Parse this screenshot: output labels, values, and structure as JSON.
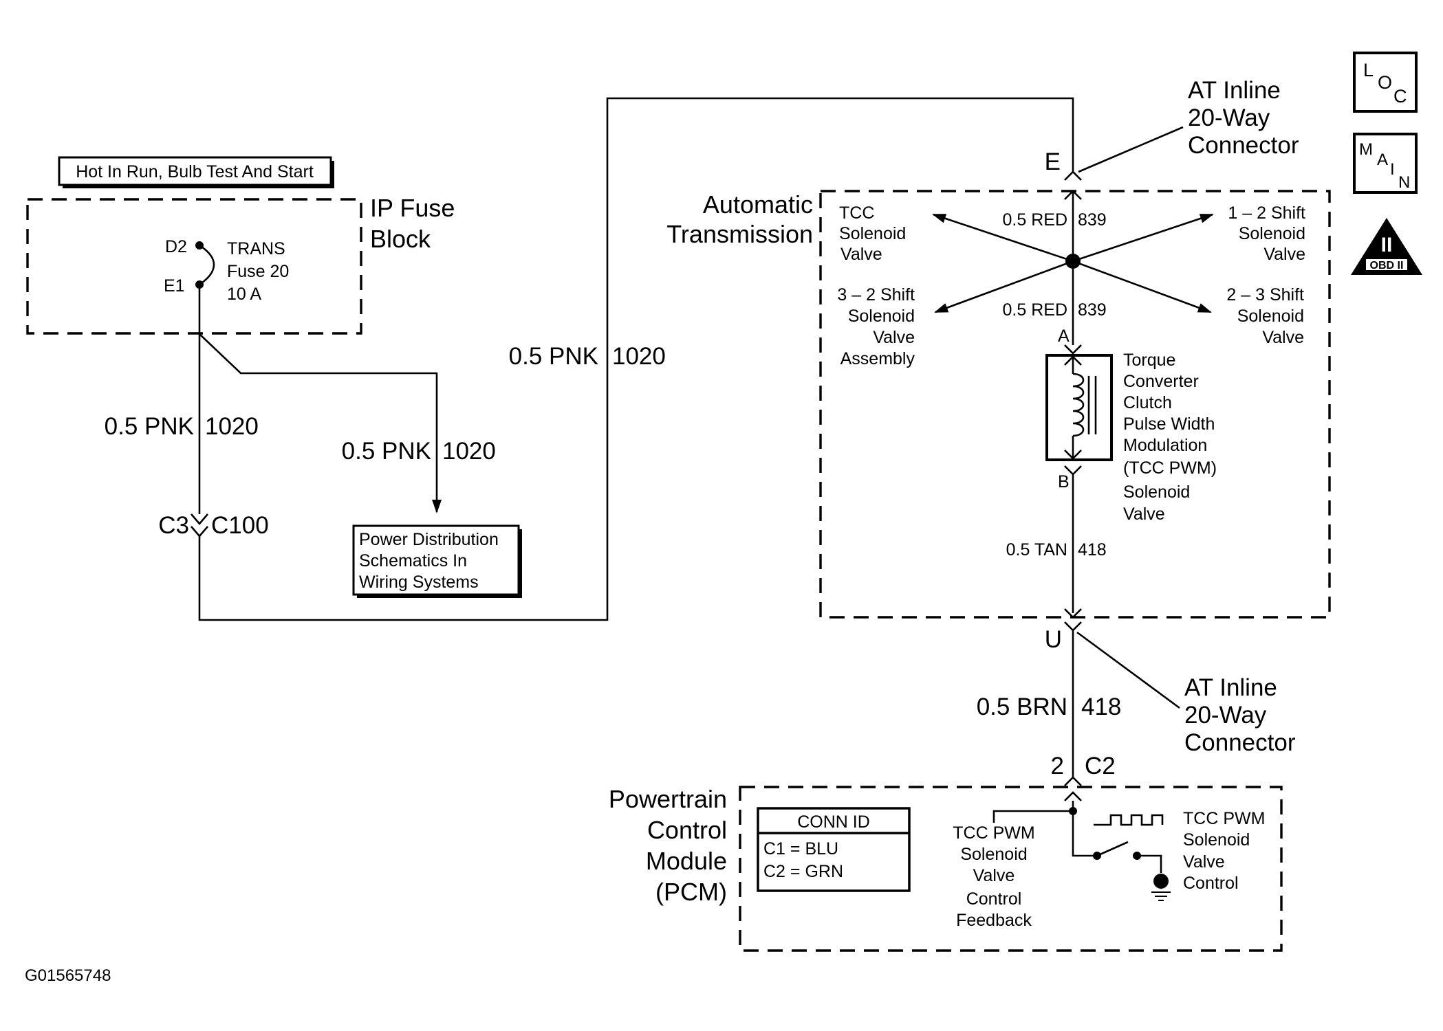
{
  "figure_id": "G01565748",
  "side_icons": {
    "loc": [
      "L",
      "O",
      "C"
    ],
    "main": [
      "M",
      "A",
      "I",
      "N"
    ],
    "obd": {
      "numeral": "II",
      "label": "OBD II"
    }
  },
  "hot_in_run": "Hot In Run, Bulb Test And Start",
  "ip_fuse_block": {
    "line1": "IP Fuse",
    "line2": "Block"
  },
  "fuse": {
    "terminal_top": "D2",
    "terminal_bottom": "E1",
    "lines": [
      "TRANS",
      "Fuse 20",
      "10 A"
    ]
  },
  "wires": {
    "pnk_fuse_down": {
      "gauge": "0.5 PNK",
      "circuit": "1020"
    },
    "pnk_to_power_dist": {
      "gauge": "0.5 PNK",
      "circuit": "1020"
    },
    "pnk_to_trans": {
      "gauge": "0.5 PNK",
      "circuit": "1020"
    },
    "red_upper": {
      "gauge": "0.5 RED",
      "circuit": "839"
    },
    "red_lower": {
      "gauge": "0.5 RED",
      "circuit": "839"
    },
    "tan": {
      "gauge": "0.5 TAN",
      "circuit": "418"
    },
    "brn": {
      "gauge": "0.5 BRN",
      "circuit": "418"
    }
  },
  "c100": {
    "pin": "C3",
    "name": "C100"
  },
  "power_dist": [
    "Power Distribution",
    "Schematics In",
    "Wiring Systems"
  ],
  "at_inline_top": {
    "pin": "E",
    "lines": [
      "AT Inline",
      "20-Way",
      "Connector"
    ]
  },
  "at_inline_bottom": {
    "pin": "U",
    "lines": [
      "AT Inline",
      "20-Way",
      "Connector"
    ]
  },
  "automatic_transmission": {
    "line1": "Automatic",
    "line2": "Transmission"
  },
  "solenoids": {
    "tcc": [
      "TCC",
      "Solenoid",
      "Valve"
    ],
    "shift_12": [
      "1 – 2 Shift",
      "Solenoid",
      "Valve"
    ],
    "shift_32": [
      "3 – 2 Shift",
      "Solenoid",
      "Valve",
      "Assembly"
    ],
    "shift_23": [
      "2 – 3 Shift",
      "Solenoid",
      "Valve"
    ]
  },
  "tcc_pwm_solenoid": {
    "pin_a": "A",
    "pin_b": "B",
    "lines": [
      "Torque",
      "Converter",
      "Clutch",
      "Pulse Width",
      "Modulation",
      "(TCC PWM)",
      "Solenoid",
      "Valve"
    ]
  },
  "pcm": {
    "lines": [
      "Powertrain",
      "Control",
      "Module",
      "(PCM)"
    ],
    "pin": "2",
    "connector": "C2",
    "conn_id": {
      "title": "CONN ID",
      "rows": [
        "C1 = BLU",
        "C2 = GRN"
      ]
    },
    "feedback": [
      "TCC PWM",
      "Solenoid",
      "Valve",
      "Control",
      "Feedback"
    ],
    "control": [
      "TCC PWM",
      "Solenoid",
      "Valve",
      "Control"
    ]
  }
}
